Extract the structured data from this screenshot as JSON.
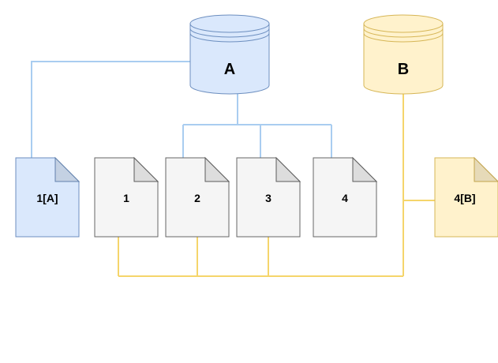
{
  "diagram": {
    "databases": [
      {
        "id": "A",
        "label": "A",
        "fill": "#dae8fc",
        "stroke": "#6c8ebf"
      },
      {
        "id": "B",
        "label": "B",
        "fill": "#fff2cc",
        "stroke": "#d6b656"
      }
    ],
    "documents": [
      {
        "id": "doc-1a",
        "label": "1[A]",
        "fill": "#dae8fc",
        "stroke": "#6c8ebf"
      },
      {
        "id": "doc-1",
        "label": "1",
        "fill": "#f5f5f5",
        "stroke": "#666666"
      },
      {
        "id": "doc-2",
        "label": "2",
        "fill": "#f5f5f5",
        "stroke": "#666666"
      },
      {
        "id": "doc-3",
        "label": "3",
        "fill": "#f5f5f5",
        "stroke": "#666666"
      },
      {
        "id": "doc-4",
        "label": "4",
        "fill": "#f5f5f5",
        "stroke": "#666666"
      },
      {
        "id": "doc-4b",
        "label": "4[B]",
        "fill": "#fff2cc",
        "stroke": "#d6b656"
      }
    ],
    "connector_colors": {
      "blue": "#a9cdf0",
      "yellow": "#f5d56b"
    }
  }
}
